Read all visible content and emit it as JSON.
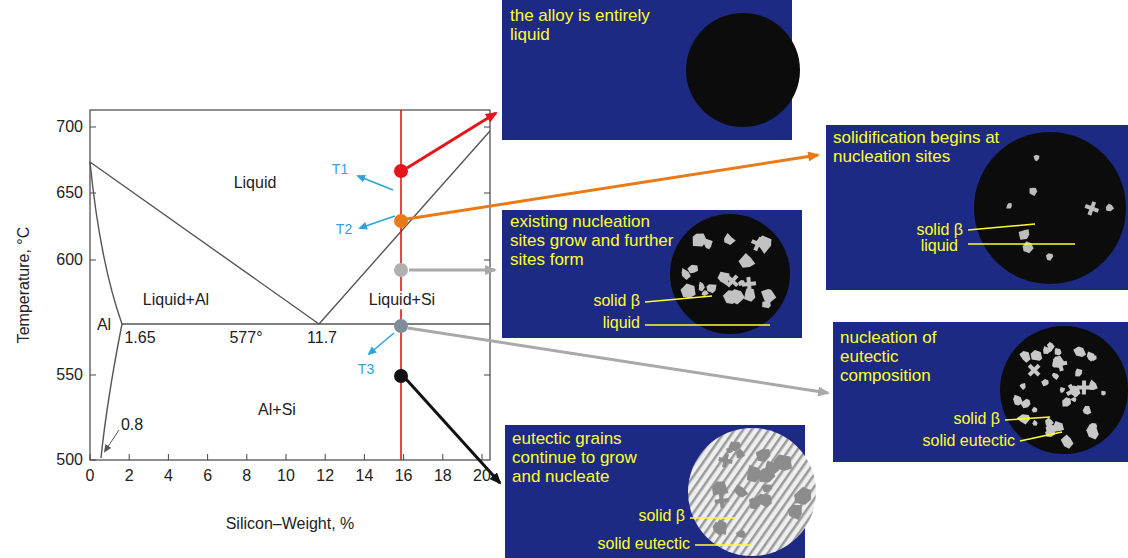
{
  "diagram": {
    "nodes": [
      {
        "text": [
          "the alloy is entirely liquid"
        ]
      },
      {
        "text": [
          "solidification begins at nucleation sites",
          "solid β",
          "liquid"
        ]
      },
      {
        "text": [
          "existing nucleation sites grow and further sites form",
          "solid β",
          "liquid"
        ]
      },
      {
        "text": [
          "nucleation of eutectic composition",
          "solid β",
          "solid eutectic"
        ]
      },
      {
        "text": [
          "eutectic grains continue to grow and nucleate",
          "solid β",
          "solid eutectic"
        ]
      }
    ],
    "labels": [
      "700",
      "650",
      "600",
      "550",
      "500",
      "Temperature, °C",
      "Liquid",
      "T1",
      "T2",
      "Liquid+Al",
      "Liquid+Si",
      "Al",
      "1.65",
      "577°",
      "11.7",
      "T3",
      "Al+Si",
      "0.8",
      "0",
      "2",
      "4",
      "6",
      "8",
      "10",
      "12",
      "14",
      "16",
      "18",
      "20",
      "Silicon–Weight, %"
    ]
  }
}
